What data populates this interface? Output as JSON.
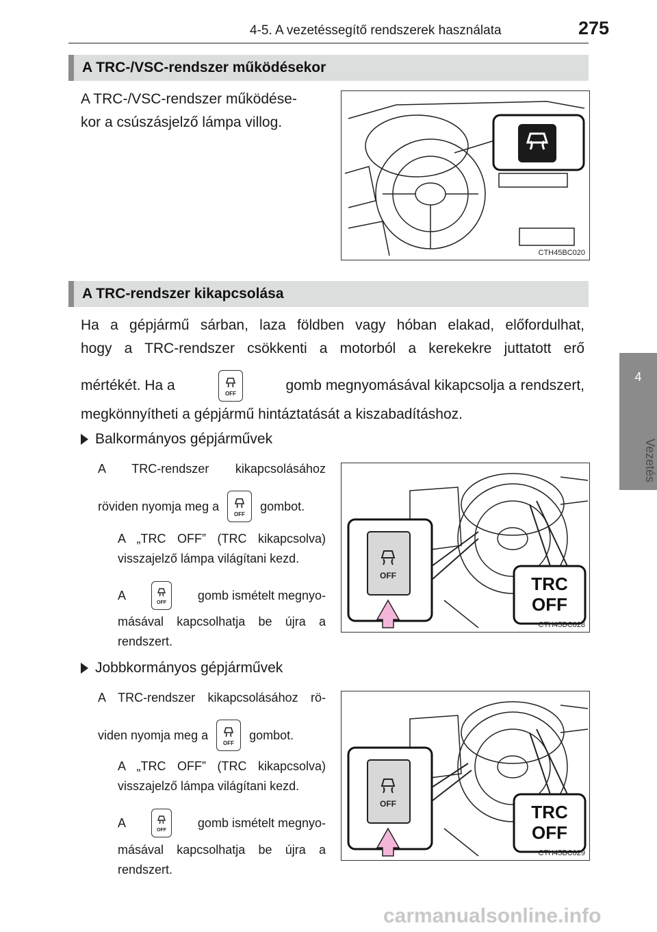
{
  "header": {
    "title": "4-5. A vezetéssegítő rendszerek használata",
    "page_number": "275"
  },
  "side_tab": {
    "chapter": "4",
    "label": "Vezetés"
  },
  "section1": {
    "heading": "A TRC-/VSC-rendszer működésekor",
    "para_line1": "A TRC-/VSC-rendszer működése-",
    "para_line2": "kor a csúszásjelző lámpa villog.",
    "figure_code": "CTH45BC020"
  },
  "section2": {
    "heading": "A TRC-rendszer kikapcsolása",
    "intro_line1": "Ha a gépjármű sárban, laza földben vagy hóban elakad, előfordulhat,",
    "intro_line2": "hogy a TRC-rendszer csökkenti a motorból a kerekekre juttatott erő",
    "intro_line3a": "mértékét. Ha a",
    "intro_line3b": "gomb megnyomásával kikapcsolja a rendszert,",
    "intro_line4": "megkönnyítheti a gépjármű hintáztatását a kiszabadításhoz.",
    "left_hand": {
      "bullet": "Balkormányos gépjárművek",
      "line1": "A TRC-rendszer kikapcsolásához",
      "line2a": "röviden nyomja meg a",
      "line2b": "gombot.",
      "note1_line1": "A „TRC OFF” (TRC kikapcsolva)",
      "note1_line2": "visszajelző lámpa világítani kezd.",
      "note2_a": "A",
      "note2_b": "gomb ismételt megnyo-",
      "note2_line2": "másával kapcsolhatja be újra a",
      "note2_line3": "rendszert.",
      "figure_code": "CTH45BC028"
    },
    "right_hand": {
      "bullet": "Jobbkormányos gépjárművek",
      "line1": "A TRC-rendszer kikapcsolásához rö-",
      "line2a": "viden nyomja meg a",
      "line2b": "gombot.",
      "note1_line1": "A „TRC OFF” (TRC kikapcsolva)",
      "note1_line2": "visszajelző lámpa világítani kezd.",
      "note2_a": "A",
      "note2_b": "gomb ismételt megnyo-",
      "note2_line2": "másával kapcsolhatja be újra a",
      "note2_line3": "rendszert.",
      "figure_code": "CTH45BC029"
    }
  },
  "icons": {
    "button_label": "OFF",
    "indicator_line1": "TRC",
    "indicator_line2": "OFF"
  },
  "footer": {
    "watermark": "carmanualsonline.info"
  },
  "colors": {
    "section_bar": "#dcdddd",
    "side_tab": "#8b8b8b",
    "arrow_pink": "#f4b6d8",
    "button_panel": "#d8d8d8"
  }
}
